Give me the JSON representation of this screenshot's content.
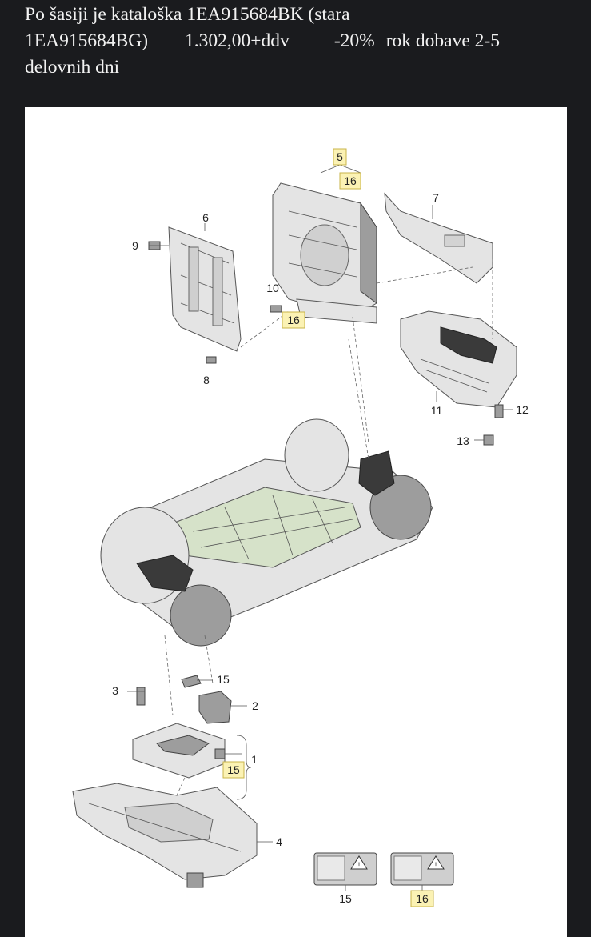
{
  "message": {
    "line1": "Po šasiji je kataloška 1EA915684BK (stara",
    "line2_code": "1EA915684BG)",
    "line2_price": "1.302,00+ddv",
    "line2_discount": "-20%",
    "line2_delivery": "rok dobave 2-5",
    "line3": "delovnih dni"
  },
  "diagram": {
    "callouts": {
      "c1": "1",
      "c2": "2",
      "c3": "3",
      "c4": "4",
      "c5": "5",
      "c6": "6",
      "c7": "7",
      "c8": "8",
      "c9": "9",
      "c10": "10",
      "c11": "11",
      "c12": "12",
      "c13": "13",
      "c15a": "15",
      "c15b": "15",
      "c15c": "15",
      "c16a": "16",
      "c16b": "16",
      "c16c": "16"
    },
    "highlight_color": "#fbf2b4"
  }
}
